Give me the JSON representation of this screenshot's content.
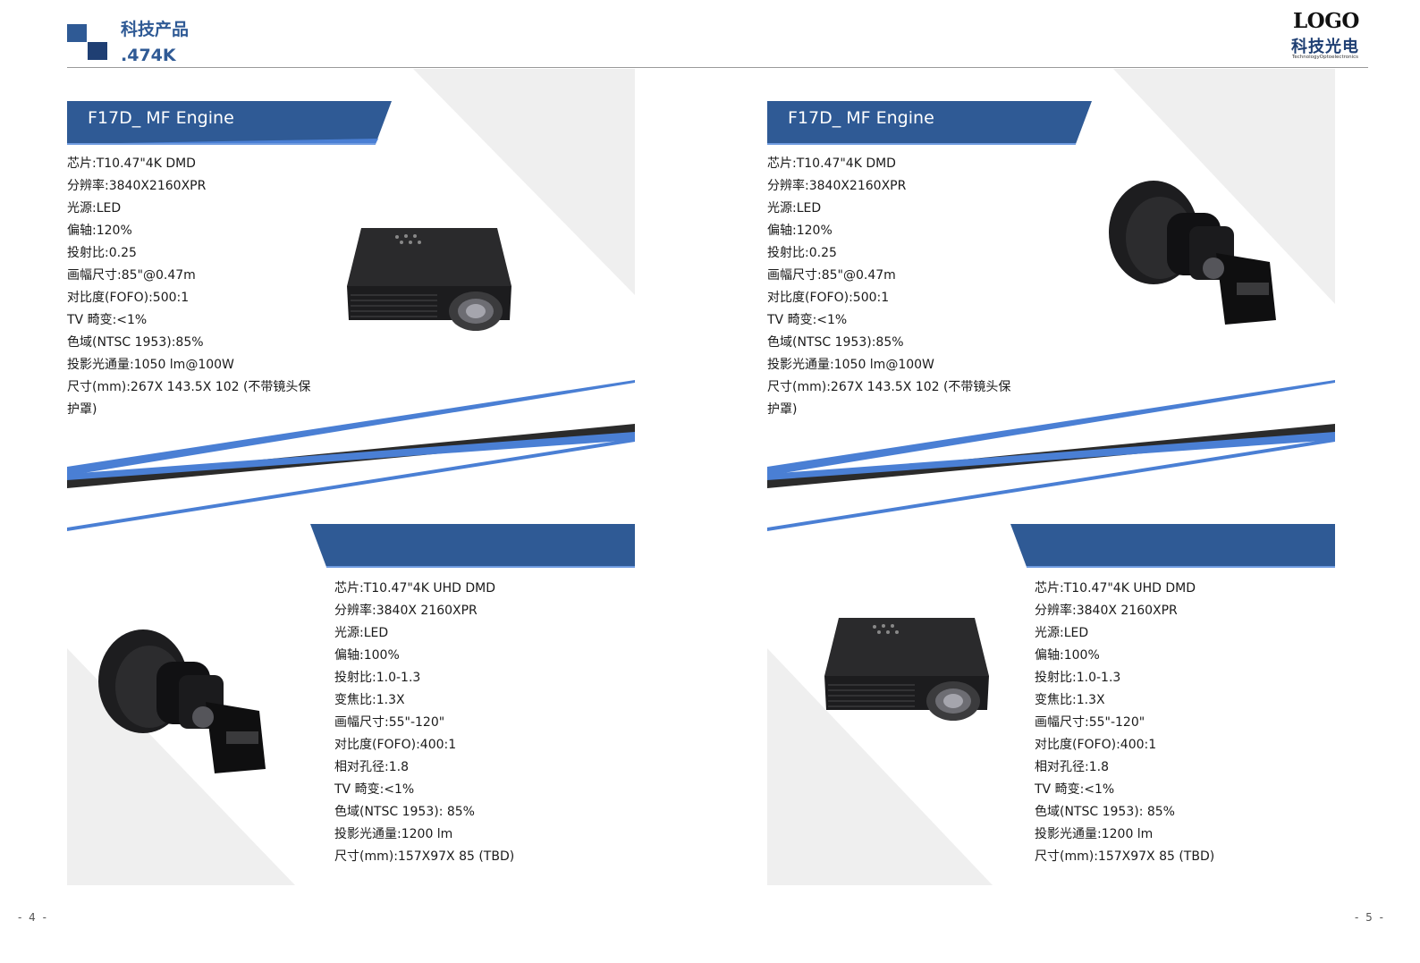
{
  "header": {
    "title": "科技产品",
    "subtitle": ".474K",
    "logo": {
      "word": "LOGO",
      "chinese": "科技光电",
      "english": "TechnologyOptoelectronics"
    }
  },
  "pages": [
    {
      "page_number": "- 4 -",
      "top_product": {
        "banner": "F17D_ MF Engine",
        "image": "projector-icon",
        "specs": [
          "芯片:T10.47\"4K  DMD",
          "分辨率:3840X2160XPR",
          "光源:LED",
          "偏轴:120%",
          "投射比:0.25",
          "画幅尺寸:85\"@0.47m",
          "对比度(FOFO):500:1",
          "TV 畸变:<1%",
          "色域(NTSC  1953):85%",
          "投影光通量:1050  lm@100W",
          "尺寸(mm):267X  143.5X  102  (不带镜头保护罩)"
        ]
      },
      "bottom_product": {
        "banner": "",
        "image": "lens-engine-icon",
        "specs": [
          "芯片:T10.47\"4K  UHD  DMD",
          "分辨率:3840X  2160XPR",
          "光源:LED",
          "偏轴:100%",
          "投射比:1.0-1.3",
          "变焦比:1.3X",
          "画幅尺寸:55\"-120\"",
          "对比度(FOFO):400:1",
          "相对孔径:1.8",
          "TV 畸变:<1%",
          "色域(NTSC  1953):  85%",
          "投影光通量:1200  lm",
          "尺寸(mm):157X97X  85  (TBD)"
        ]
      }
    },
    {
      "page_number": "- 5 -",
      "top_product": {
        "banner": "F17D_ MF Engine",
        "image": "lens-engine-icon",
        "specs": [
          "芯片:T10.47\"4K  DMD",
          "分辨率:3840X2160XPR",
          "光源:LED",
          "偏轴:120%",
          "投射比:0.25",
          "画幅尺寸:85\"@0.47m",
          "对比度(FOFO):500:1",
          "TV 畸变:<1%",
          "色域(NTSC  1953):85%",
          "投影光通量:1050  lm@100W",
          "尺寸(mm):267X  143.5X  102  (不带镜头保护罩)"
        ]
      },
      "bottom_product": {
        "banner": "",
        "image": "projector-icon",
        "specs": [
          "芯片:T10.47\"4K  UHD  DMD",
          "分辨率:3840X  2160XPR",
          "光源:LED",
          "偏轴:100%",
          "投射比:1.0-1.3",
          "变焦比:1.3X",
          "画幅尺寸:55\"-120\"",
          "对比度(FOFO):400:1",
          "相对孔径:1.8",
          "TV 畸变:<1%",
          "色域(NTSC  1953):  85%",
          "投影光通量:1200  lm",
          "尺寸(mm):157X97X  85  (TBD)"
        ]
      }
    }
  ],
  "colors": {
    "brand": "#2f5a95",
    "accent": "#4a7fd4",
    "dark": "#2b2b2b",
    "light_gray": "#efefef"
  }
}
